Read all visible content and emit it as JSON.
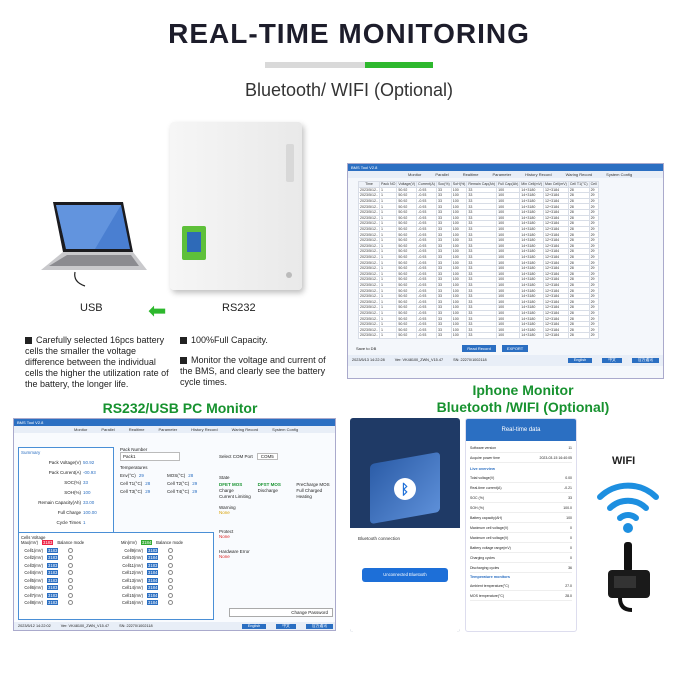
{
  "header": {
    "title": "REAL-TIME MONITORING",
    "subtitle": "Bluetooth/ WIFI (Optional)"
  },
  "hero": {
    "usb_label": "USB",
    "rs232_label": "RS232"
  },
  "bullets": [
    "Carefully selected 16pcs battery cells the smaller the voltage difference between the individual cells the higher the utilization rate of the battery, the longer life.",
    "100%Full Capacity.",
    "Monitor the voltage and current of the BMS, and clearly see the battery cycle times."
  ],
  "pc_monitor_title": "RS232/USB PC Monitor",
  "iphone_title": "Iphone Monitor\nBluetooth /WIFI (Optional)",
  "wifi_label": "WIFI",
  "bms_history": {
    "window_title": "BMS Tool V2.8",
    "menu": [
      "Monitor",
      "Parallel",
      "Realtime",
      "Parameter",
      "History Record",
      "Waring Record",
      "System Config"
    ],
    "columns": [
      "Time",
      "Pack NO",
      "Voltage(V)",
      "Current(A)",
      "Soc(%)",
      "SoH(%)",
      "Remain Cap(Ah)",
      "Full Cap(Ah)",
      "Min Cell(mV)",
      "Max Cell(mV)",
      "Cell T1(°C)",
      "Cell"
    ],
    "row": [
      "2023/5/12..",
      "1",
      "50.92",
      "-0.93",
      "33",
      "100",
      "33",
      "100",
      "14+3180",
      "12+3184",
      "28",
      "29"
    ],
    "save_label": "Save to DB",
    "read_button": "Read Record",
    "export_button": "EXPORT",
    "status_time": "2023/5/13 14:22:28",
    "status_ver": "Ver: VK48100_ZWN_V15.47",
    "status_sn": "SN: 22270/1002118",
    "lang_en": "English",
    "lang_cn": "中文",
    "lang_hide": "官方通讯"
  },
  "pc_tool": {
    "window_title": "BMS Tool V2.8",
    "menu": [
      "Monitor",
      "Parallel",
      "Realtime",
      "Parameter",
      "History Record",
      "Waring Record",
      "System Config"
    ],
    "summary_title": "Summary",
    "summary": [
      {
        "k": "Pack Voltage(V)",
        "v": "50.92"
      },
      {
        "k": "Pack Current(A)",
        "v": "-00.93"
      },
      {
        "k": "SOC(%)",
        "v": "33"
      },
      {
        "k": "SOH(%)",
        "v": "100"
      },
      {
        "k": "Remain Capacity(Ah)",
        "v": "33.00"
      },
      {
        "k": "Full Charge",
        "v": "100.00"
      },
      {
        "k": "Cycle Times",
        "v": "1"
      }
    ],
    "pack_number_label": "Pack Number",
    "pack_number_value": "Pack1",
    "select_com_label": "Select COM Port",
    "select_com_value": "COM5",
    "temp_title": "Temperatures",
    "temps": [
      {
        "k": "Env(°C)",
        "v": "29"
      },
      {
        "k": "MOS(°C)",
        "v": "28"
      },
      {
        "k": "Cell T1(°C)",
        "v": "28"
      },
      {
        "k": "Cell T2(°C)",
        "v": "29"
      },
      {
        "k": "Cell T3(°C)",
        "v": "29"
      },
      {
        "k": "Cell T4(°C)",
        "v": "29"
      }
    ],
    "state_title": "State",
    "states": [
      "DFET MOS",
      "DFST MOS",
      "PreCharge MOS",
      "Charge",
      "Discharge",
      "Full Charged",
      "Current Limiting",
      "",
      "Heating"
    ],
    "warning_title": "Warning",
    "warning_value": "None",
    "protect_title": "Protect",
    "protect_value": "None",
    "hw_title": "Hardware Error",
    "hw_value": "None",
    "cells_title": "Cells Voltage",
    "cell_col_a": "Max(mV)",
    "cell_col_b": "Min(mV)",
    "balance": "Balance mode",
    "cells_left": [
      {
        "k": "Cell1(mV)",
        "v": "3183"
      },
      {
        "k": "Cell2(mV)",
        "v": "3183"
      },
      {
        "k": "Cell3(mV)",
        "v": "3183"
      },
      {
        "k": "Cell4(mV)",
        "v": "3183"
      },
      {
        "k": "Cell5(mV)",
        "v": "3183"
      },
      {
        "k": "Cell6(mV)",
        "v": "3183"
      },
      {
        "k": "Cell7(mV)",
        "v": "3183"
      },
      {
        "k": "Cell8(mV)",
        "v": "3183"
      }
    ],
    "cells_right": [
      {
        "k": "Cell9(mV)",
        "v": "3183"
      },
      {
        "k": "Cell10(mV)",
        "v": "3184"
      },
      {
        "k": "Cell11(mV)",
        "v": "3183"
      },
      {
        "k": "Cell12(mV)",
        "v": "3184"
      },
      {
        "k": "Cell13(mV)",
        "v": "3184"
      },
      {
        "k": "Cell14(mV)",
        "v": "3184"
      },
      {
        "k": "Cell15(mV)",
        "v": "3184"
      },
      {
        "k": "Cell16(mV)",
        "v": "3184"
      }
    ],
    "change_password": "Change Password",
    "status_time": "2023/5/12 14:22:02",
    "status_ver": "Ver: VK48100_ZWN_V15.47",
    "status_sn": "SN: 22270/1002118",
    "lang_en": "English",
    "lang_cn": "中文",
    "lang_hide": "官方通讯"
  },
  "phone_left": {
    "connection_text": "Bluetooth connection",
    "button_text": "Unconnected Bluetooth"
  },
  "phone_right": {
    "header": "Real-time data",
    "rows": [
      {
        "k": "Software version",
        "v": "11"
      },
      {
        "k": "Acquire power time",
        "v": "2023-03-15 16:40:05"
      }
    ],
    "overview_title": "Live overview",
    "overview": [
      {
        "k": "Total voltage(V)",
        "v": "0.00"
      },
      {
        "k": "Real-time current(A)",
        "v": "-0.21"
      },
      {
        "k": "SOC (%)",
        "v": "33"
      },
      {
        "k": "SOH (%)",
        "v": "100.0"
      },
      {
        "k": "Battery capacity(AH)",
        "v": "100"
      },
      {
        "k": "Maximum cell voltage(V)",
        "v": "0"
      },
      {
        "k": "Maximum cell voltage(V)",
        "v": "0"
      },
      {
        "k": "Battery voltage range(mV)",
        "v": "0"
      },
      {
        "k": "Charging cycles",
        "v": "0"
      },
      {
        "k": "Discharging cycles",
        "v": "36"
      }
    ],
    "temp_title": "Temperature monitors",
    "temps": [
      {
        "k": "Ambient temperature(°C)",
        "v": "27.0"
      },
      {
        "k": "MOS temperature(°C)",
        "v": "28.0"
      }
    ]
  },
  "colors": {
    "accent_green": "#2db82d",
    "title_green": "#17922f",
    "brand_blue": "#2b6fc2"
  }
}
